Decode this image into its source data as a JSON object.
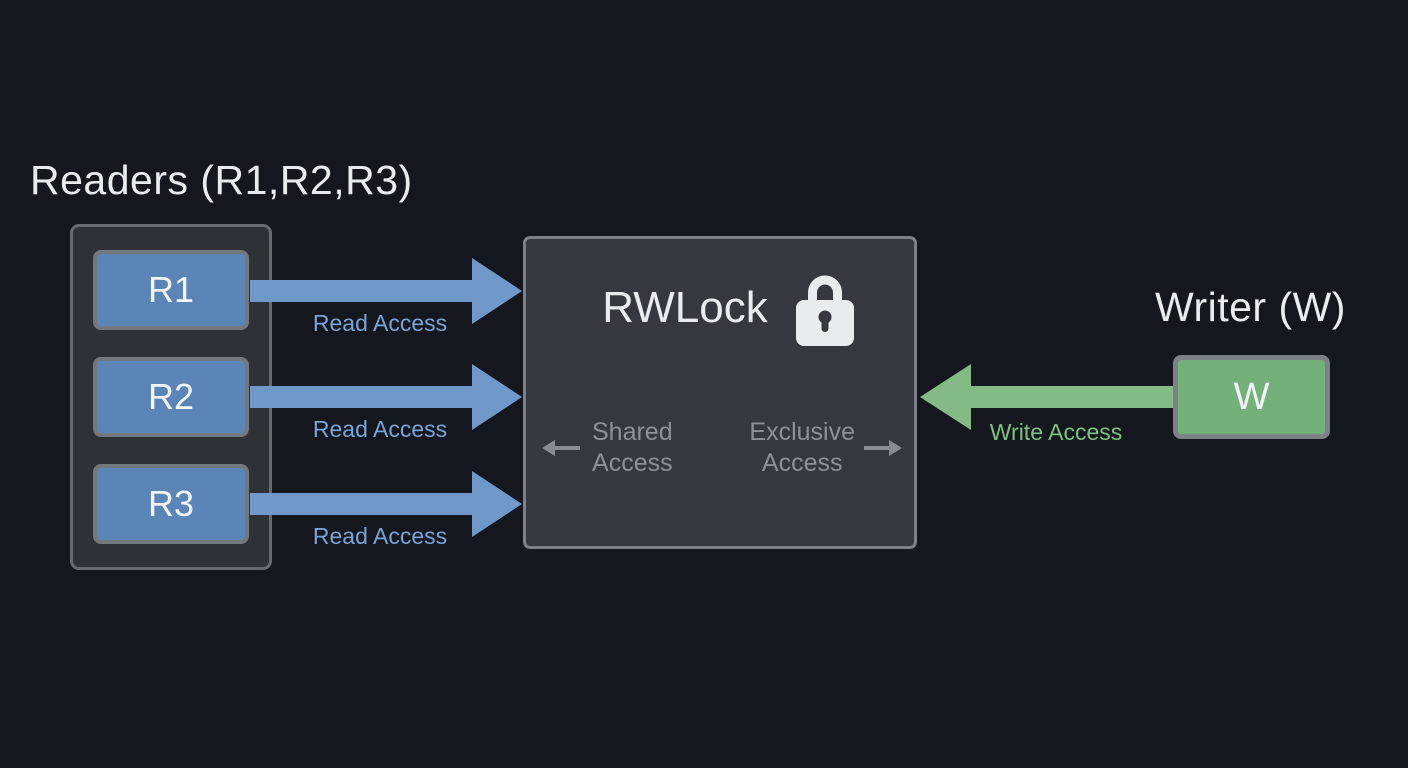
{
  "readers": {
    "title": "Readers (R1,R2,R3)",
    "items": [
      {
        "label": "R1"
      },
      {
        "label": "R2"
      },
      {
        "label": "R3"
      }
    ],
    "arrow_label": "Read Access"
  },
  "rwlock": {
    "title": "RWLock",
    "icon": "lock-icon",
    "shared_line1": "Shared",
    "shared_line2": "Access",
    "exclusive_line1": "Exclusive",
    "exclusive_line2": "Access"
  },
  "writer": {
    "title": "Writer (W)",
    "box_label": "W",
    "arrow_label": "Write Access"
  },
  "colors": {
    "background": "#14171d",
    "panel_fill": "#35393f",
    "panel_border": "#7b8187",
    "container_fill": "#2e3237",
    "reader_box": "#5b85b6",
    "read_arrow": "#7099c9",
    "read_label": "#79a4d8",
    "write_arrow": "#84ba86",
    "writer_box": "#74b07a",
    "write_label": "#7dc181",
    "muted_text": "#8b9197",
    "title_text": "#e9ecef"
  }
}
